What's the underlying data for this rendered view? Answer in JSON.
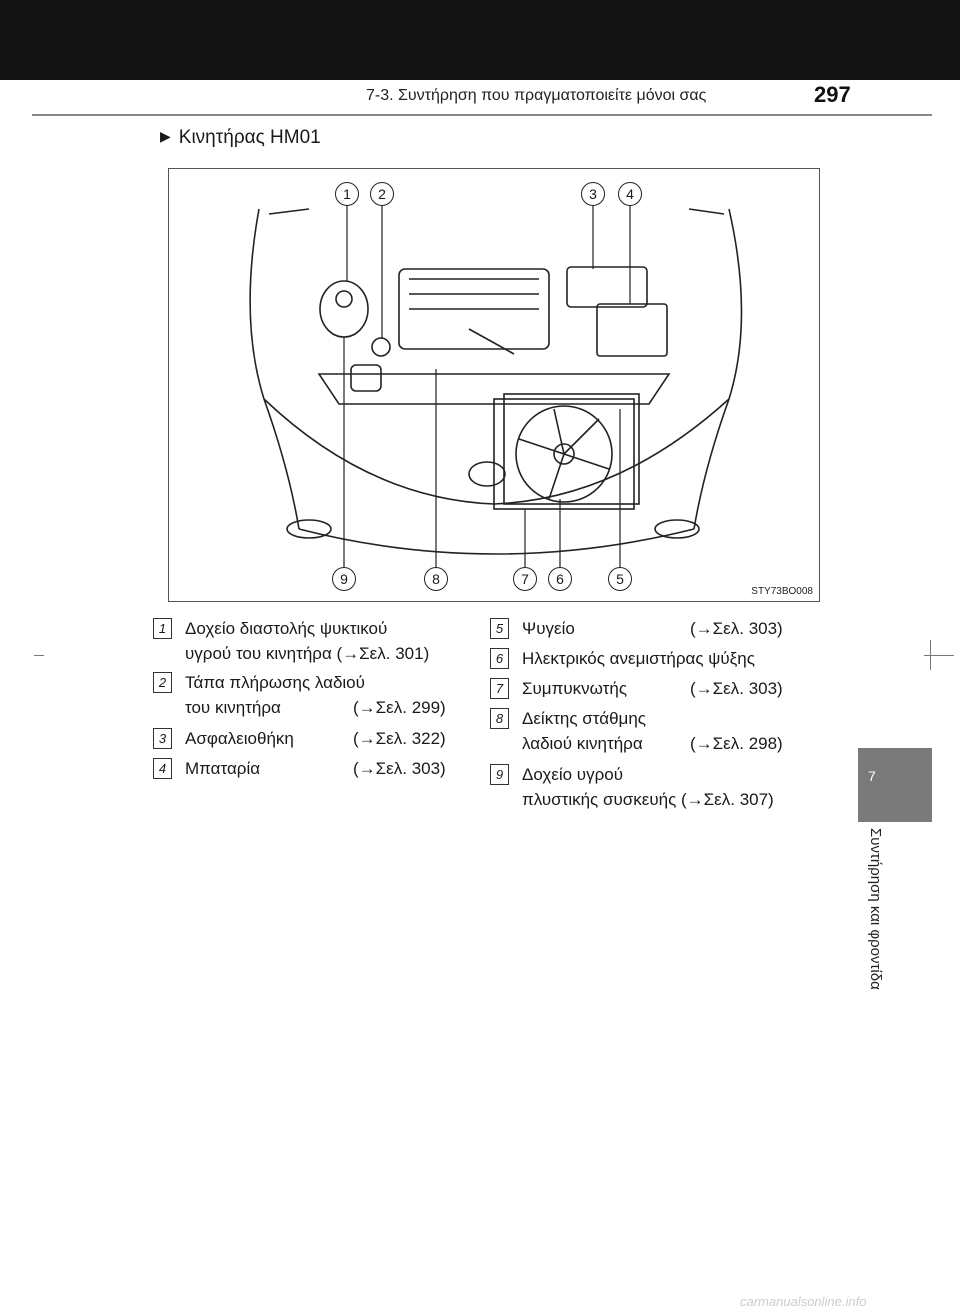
{
  "header": {
    "section_title": "7-3. Συντήρηση που πραγματοποιείτε μόνοι σας",
    "page_number": "297"
  },
  "subtitle": {
    "bullet": "▶",
    "text": "Κινητήρας HM01"
  },
  "figure": {
    "code": "STY73BO008",
    "callouts_top": [
      "1",
      "2",
      "3",
      "4"
    ],
    "callouts_bottom": [
      "9",
      "8",
      "7",
      "6",
      "5"
    ]
  },
  "legend_left": [
    {
      "num": "1",
      "line1": "Δοχείο διαστολής ψυκτικού",
      "line2": "υγρού του κινητήρα (→Σελ. 301)",
      "ref": ""
    },
    {
      "num": "2",
      "line1": "Τάπα πλήρωσης λαδιού",
      "line2": "του κινητήρα",
      "ref": "(→Σελ. 299)"
    },
    {
      "num": "3",
      "line1": "Ασφαλειοθήκη",
      "line2": "",
      "ref": "(→Σελ. 322)"
    },
    {
      "num": "4",
      "line1": "Μπαταρία",
      "line2": "",
      "ref": "(→Σελ. 303)"
    }
  ],
  "legend_right": [
    {
      "num": "5",
      "line1": "Ψυγείο",
      "line2": "",
      "ref": "(→Σελ. 303)"
    },
    {
      "num": "6",
      "line1": "Ηλεκτρικός ανεμιστήρας ψύξης",
      "line2": "",
      "ref": ""
    },
    {
      "num": "7",
      "line1": "Συμπυκνωτής",
      "line2": "",
      "ref": "(→Σελ. 303)"
    },
    {
      "num": "8",
      "line1": "Δείκτης στάθμης",
      "line2": "λαδιού κινητήρα",
      "ref": "(→Σελ. 298)"
    },
    {
      "num": "9",
      "line1": "Δοχείο υγρού",
      "line2": "πλυστικής συσκευής (→Σελ. 307)",
      "ref": ""
    }
  ],
  "side_tab": {
    "number": "7",
    "title": "Συντήρηση και φροντίδα"
  },
  "footer": {
    "watermark": "carmanualsonline.info"
  }
}
